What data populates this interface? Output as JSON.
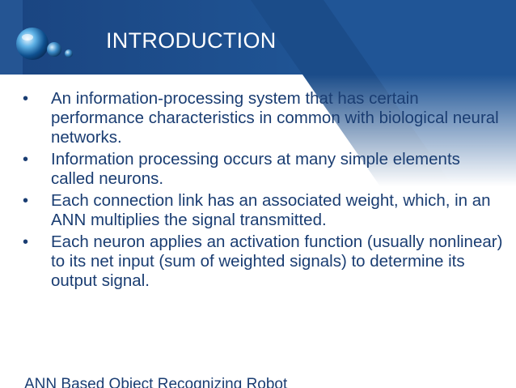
{
  "slide": {
    "title": "INTRODUCTION",
    "bullets": [
      "An information-processing system that has certain performance characteristics in common with biological neural networks.",
      "Information processing occurs at many simple elements called neurons.",
      "Each connection link has an associated weight, which, in an ANN multiplies the signal transmitted.",
      "Each neuron applies an activation function (usually nonlinear) to its net input (sum of weighted signals) to determine its output signal."
    ],
    "footer": "ANN Based Object Recognizing Robot"
  },
  "colors": {
    "header_blue": "#1f4f8c",
    "text_blue": "#1a3d72",
    "background": "#ffffff"
  },
  "icons": [
    "globe-logo-icon",
    "bullet-dot-icon"
  ]
}
